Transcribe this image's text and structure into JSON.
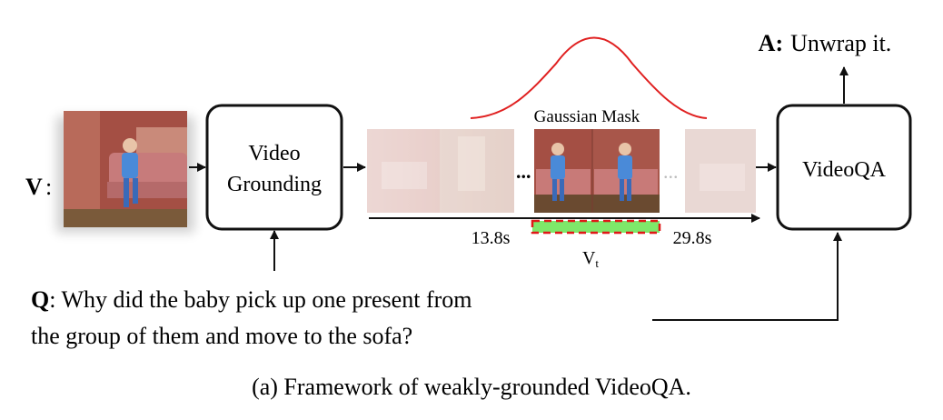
{
  "video_label": "V",
  "video_label_suffix": ":",
  "grounding_box": {
    "line1": "Video",
    "line2": "Grounding"
  },
  "gaussian_label": "Gaussian Mask",
  "ellipsis": "...",
  "time_start": "13.8s",
  "time_end": "29.8s",
  "segment_label": "V",
  "segment_subscript": "t",
  "videoqa_label": "VideoQA",
  "answer": {
    "prefix": "A:",
    "text": "Unwrap it."
  },
  "question": {
    "prefix": "Q",
    "line1_rest": ": Why did the baby pick up one present from",
    "line2": "the group of them and move to the sofa?"
  },
  "caption": "(a) Framework of weakly-grounded VideoQA.",
  "colors": {
    "gaussian_curve": "#e02020",
    "segment_fill": "#7ee86a",
    "segment_border": "#e01818",
    "wall": "#a85a4a",
    "sofa": "#c87a78",
    "child_shirt": "#4a8ad8"
  },
  "icons": [
    "right-arrow-icon",
    "up-arrow-icon"
  ]
}
